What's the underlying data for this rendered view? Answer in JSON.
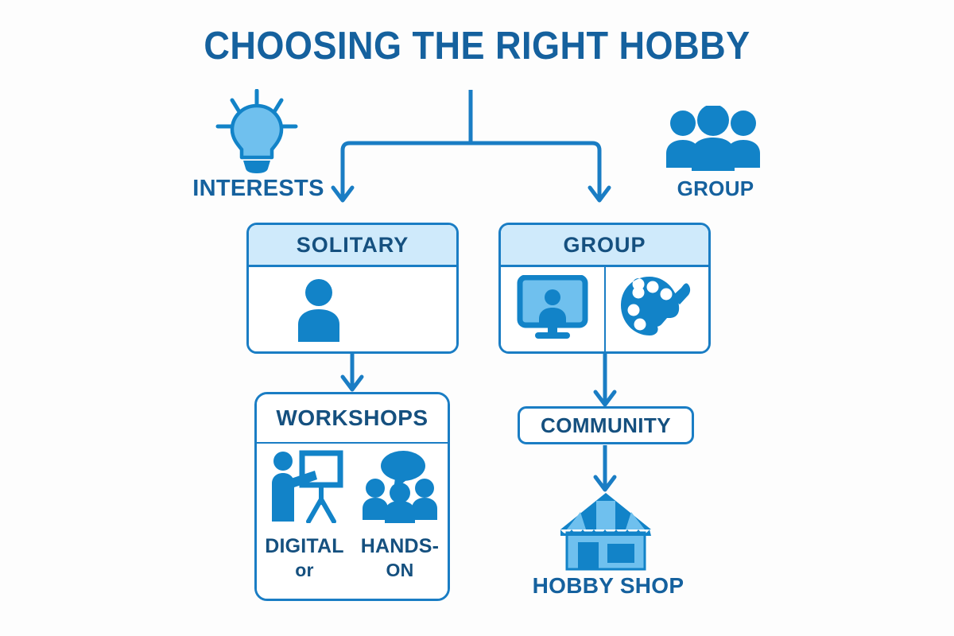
{
  "page": {
    "title": "CHOOSING THE RIGHT HOBBY",
    "background_color": "#fdfdfd"
  },
  "colors": {
    "title_blue": "#15619e",
    "line_blue": "#1a7dc4",
    "icon_blue": "#1283c8",
    "icon_light_blue": "#6fc0ee",
    "header_fill": "#cfeafb",
    "text_dark_blue": "#15507f"
  },
  "top_icons": [
    {
      "id": "interests",
      "icon": "lightbulb-icon",
      "label": "INTERESTS"
    },
    {
      "id": "group",
      "icon": "three-people-icon",
      "label": "GROUP"
    }
  ],
  "nodes": {
    "solitary": {
      "header": "SOLITARY",
      "icons": [
        "single-person-icon"
      ]
    },
    "group": {
      "header": "GROUP",
      "icons": [
        "monitor-person-icon",
        "paint-palette-icon"
      ]
    },
    "workshops": {
      "header": "WORKSHOPS",
      "icons": [
        "presenter-easel-icon",
        "people-speech-bubble-icon"
      ],
      "options": [
        {
          "line1": "DIGITAL",
          "line2": "or"
        },
        {
          "line1": "HANDS-",
          "line2": "ON"
        }
      ]
    },
    "community": {
      "label": "COMMUNITY"
    },
    "hobby_shop": {
      "icon": "shop-storefront-icon",
      "label": "HOBBY SHOP"
    }
  }
}
